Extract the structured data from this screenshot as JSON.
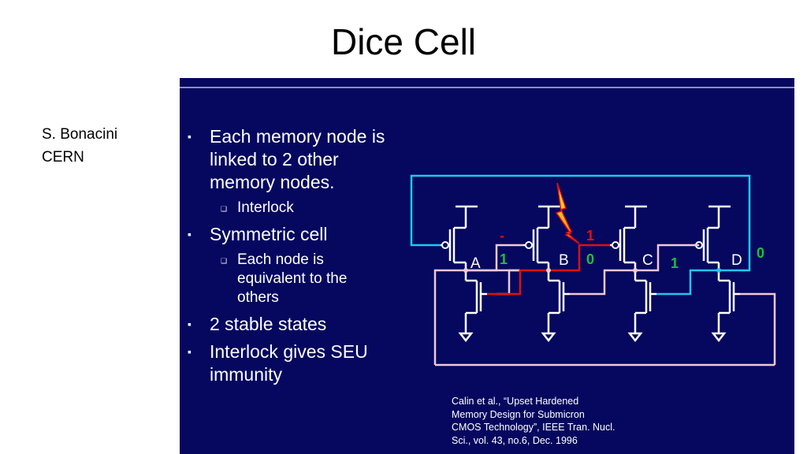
{
  "title": "Dice Cell",
  "author": {
    "name": "S. Bonacini",
    "org": "CERN"
  },
  "bullets": {
    "b1": "Each memory node is linked to 2 other memory nodes.",
    "b1_sub": "Interlock",
    "b2": "Symmetric cell",
    "b2_sub": "Each node is equivalent to the others",
    "b3": "2 stable states",
    "b4": "Interlock gives SEU immunity"
  },
  "diagram": {
    "node_labels": {
      "a": "A",
      "b": "B",
      "c": "C",
      "d": "D"
    },
    "values": {
      "v1": "-",
      "v2": "1",
      "v3": "1",
      "v4": "0",
      "v5": "1",
      "v6": "0"
    },
    "colors": {
      "background": "#05085e",
      "cyan": "#1ec8f0",
      "pink": "#f0c8d6",
      "red": "#e01010",
      "green": "#19c23a",
      "strike": "#f5d21a"
    }
  },
  "citation": [
    "Calin et al., “Upset Hardened",
    "Memory Design for Submicron",
    "CMOS Technology”, IEEE Tran. Nucl.",
    "Sci., vol. 43, no.6, Dec. 1996"
  ]
}
